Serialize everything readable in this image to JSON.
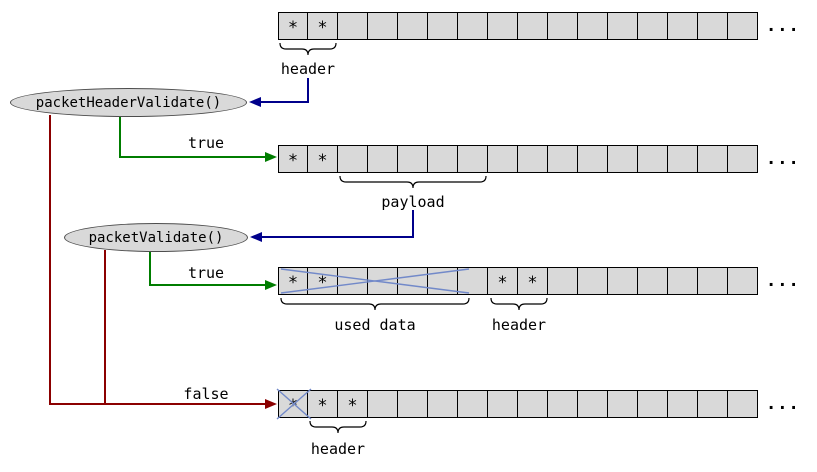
{
  "diagram": {
    "nodes": [
      {
        "label": "packetHeaderValidate()"
      },
      {
        "label": "packetValidate()"
      }
    ],
    "branch_labels": {
      "true1": "true",
      "true2": "true",
      "false1": "false"
    }
  },
  "rows": [
    {
      "cells": [
        "*",
        "*",
        "",
        "",
        "",
        "",
        "",
        "",
        "",
        "",
        "",
        "",
        "",
        "",
        "",
        ""
      ],
      "ellipsis": "...",
      "braces": [
        {
          "label": "header",
          "from_cell": 0,
          "to_cell": 1
        }
      ]
    },
    {
      "cells": [
        "*",
        "*",
        "",
        "",
        "",
        "",
        "",
        "",
        "",
        "",
        "",
        "",
        "",
        "",
        "",
        ""
      ],
      "ellipsis": "...",
      "braces": [
        {
          "label": "payload",
          "from_cell": 2,
          "to_cell": 6
        }
      ]
    },
    {
      "cells": [
        "*",
        "*",
        "",
        "",
        "",
        "",
        "",
        "*",
        "*",
        "",
        "",
        "",
        "",
        "",
        "",
        ""
      ],
      "ellipsis": "...",
      "braces": [
        {
          "label": "used data",
          "from_cell": 0,
          "to_cell": 6
        },
        {
          "label": "header",
          "from_cell": 7,
          "to_cell": 8
        }
      ],
      "crossed_cells": {
        "from_cell": 0,
        "to_cell": 6
      }
    },
    {
      "cells": [
        "*",
        "*",
        "*",
        "",
        "",
        "",
        "",
        "",
        "",
        "",
        "",
        "",
        "",
        "",
        "",
        ""
      ],
      "ellipsis": "...",
      "braces": [
        {
          "label": "header",
          "from_cell": 1,
          "to_cell": 2
        }
      ],
      "crossed_cells": {
        "from_cell": 0,
        "to_cell": 0
      }
    }
  ],
  "colors": {
    "cell_fill": "#d9d9d9",
    "cell_border": "#000000",
    "node_fill": "#d9d9d9",
    "node_border": "#4d4d4d",
    "arrow_blue": "#00008b",
    "arrow_green": "#007d00",
    "arrow_red": "#8b0000",
    "cross_blue": "#7289c9",
    "text": "#000000"
  }
}
